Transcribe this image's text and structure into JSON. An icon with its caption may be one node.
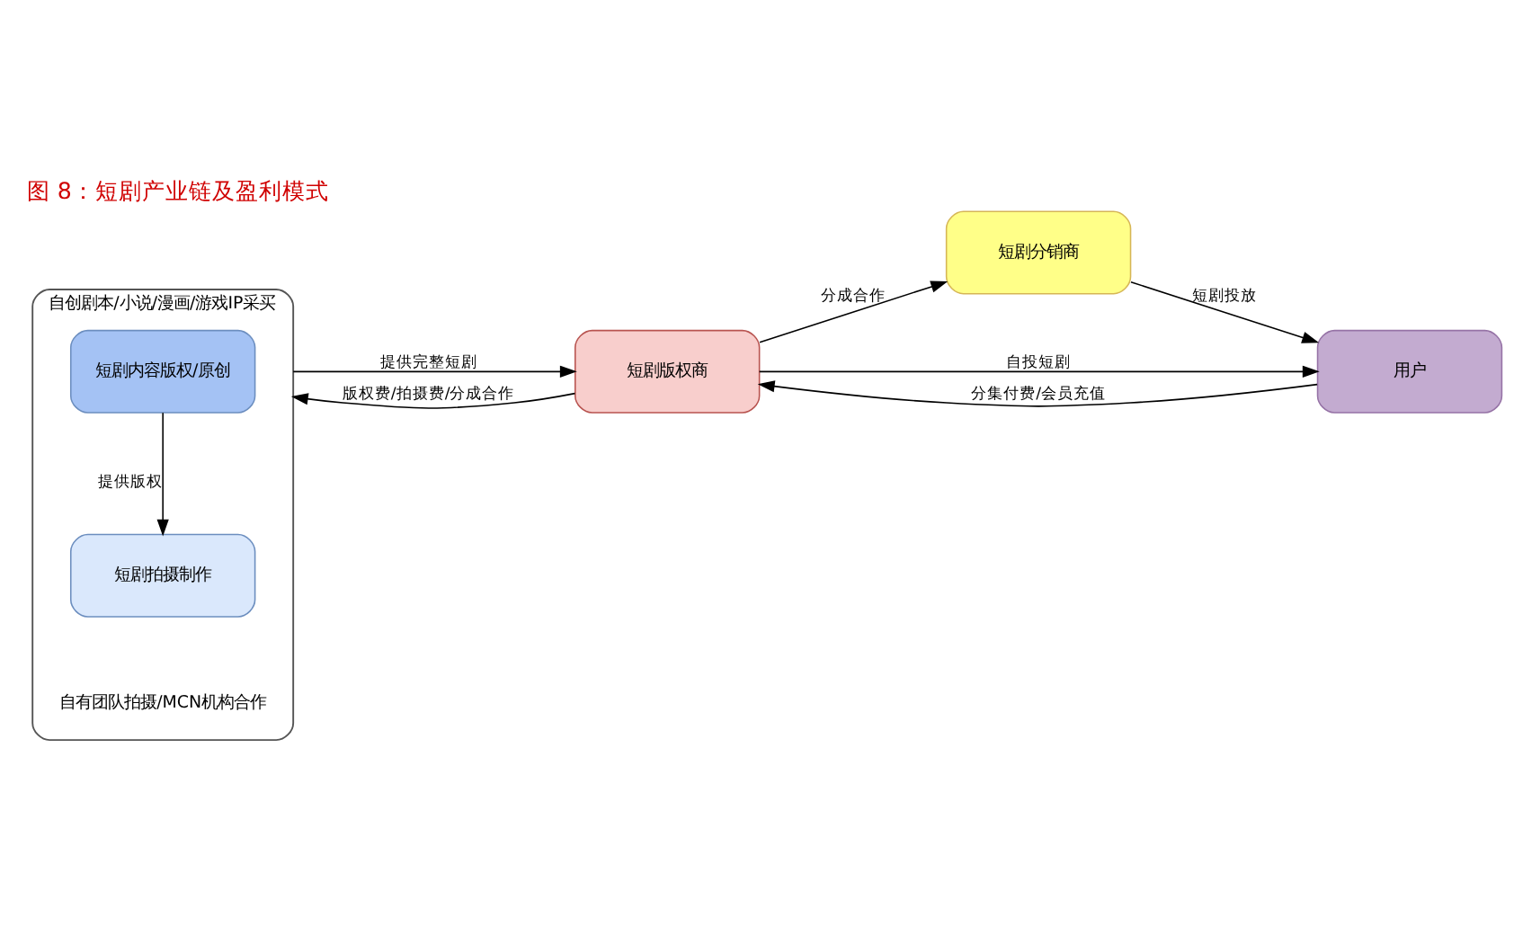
{
  "diagram": {
    "title": "图 8：短剧产业链及盈利模式",
    "nodes": [
      {
        "text": [
          "自创剧本/小说/漫画/游戏IP采买",
          "自有团队拍摄/MCN机构合作"
        ]
      },
      {
        "text": [
          "短剧内容版权/原创"
        ],
        "in": 0
      },
      {
        "text": [
          "短剧拍摄制作"
        ],
        "in": 0
      },
      {
        "text": [
          "短剧分销商"
        ]
      },
      {
        "text": [
          "短剧版权商"
        ]
      },
      {
        "text": [
          "用户"
        ]
      }
    ],
    "edges": [
      {
        "from": 1,
        "to": 2,
        "arrow": "to",
        "label": "提供版权"
      },
      {
        "from": 0,
        "to": 4,
        "arrow": "to",
        "label": "提供完整短剧"
      },
      {
        "from": 4,
        "to": 0,
        "arrow": "to",
        "label": "版权费/拍摄费/分成合作"
      },
      {
        "from": 4,
        "to": 3,
        "arrow": "to",
        "label": "分成合作"
      },
      {
        "from": 3,
        "to": 5,
        "arrow": "to",
        "label": "短剧投放"
      },
      {
        "from": 4,
        "to": 5,
        "arrow": "to",
        "label": "自投短剧"
      },
      {
        "from": 5,
        "to": 4,
        "arrow": "to",
        "label": "分集付费/会员充值"
      }
    ]
  }
}
